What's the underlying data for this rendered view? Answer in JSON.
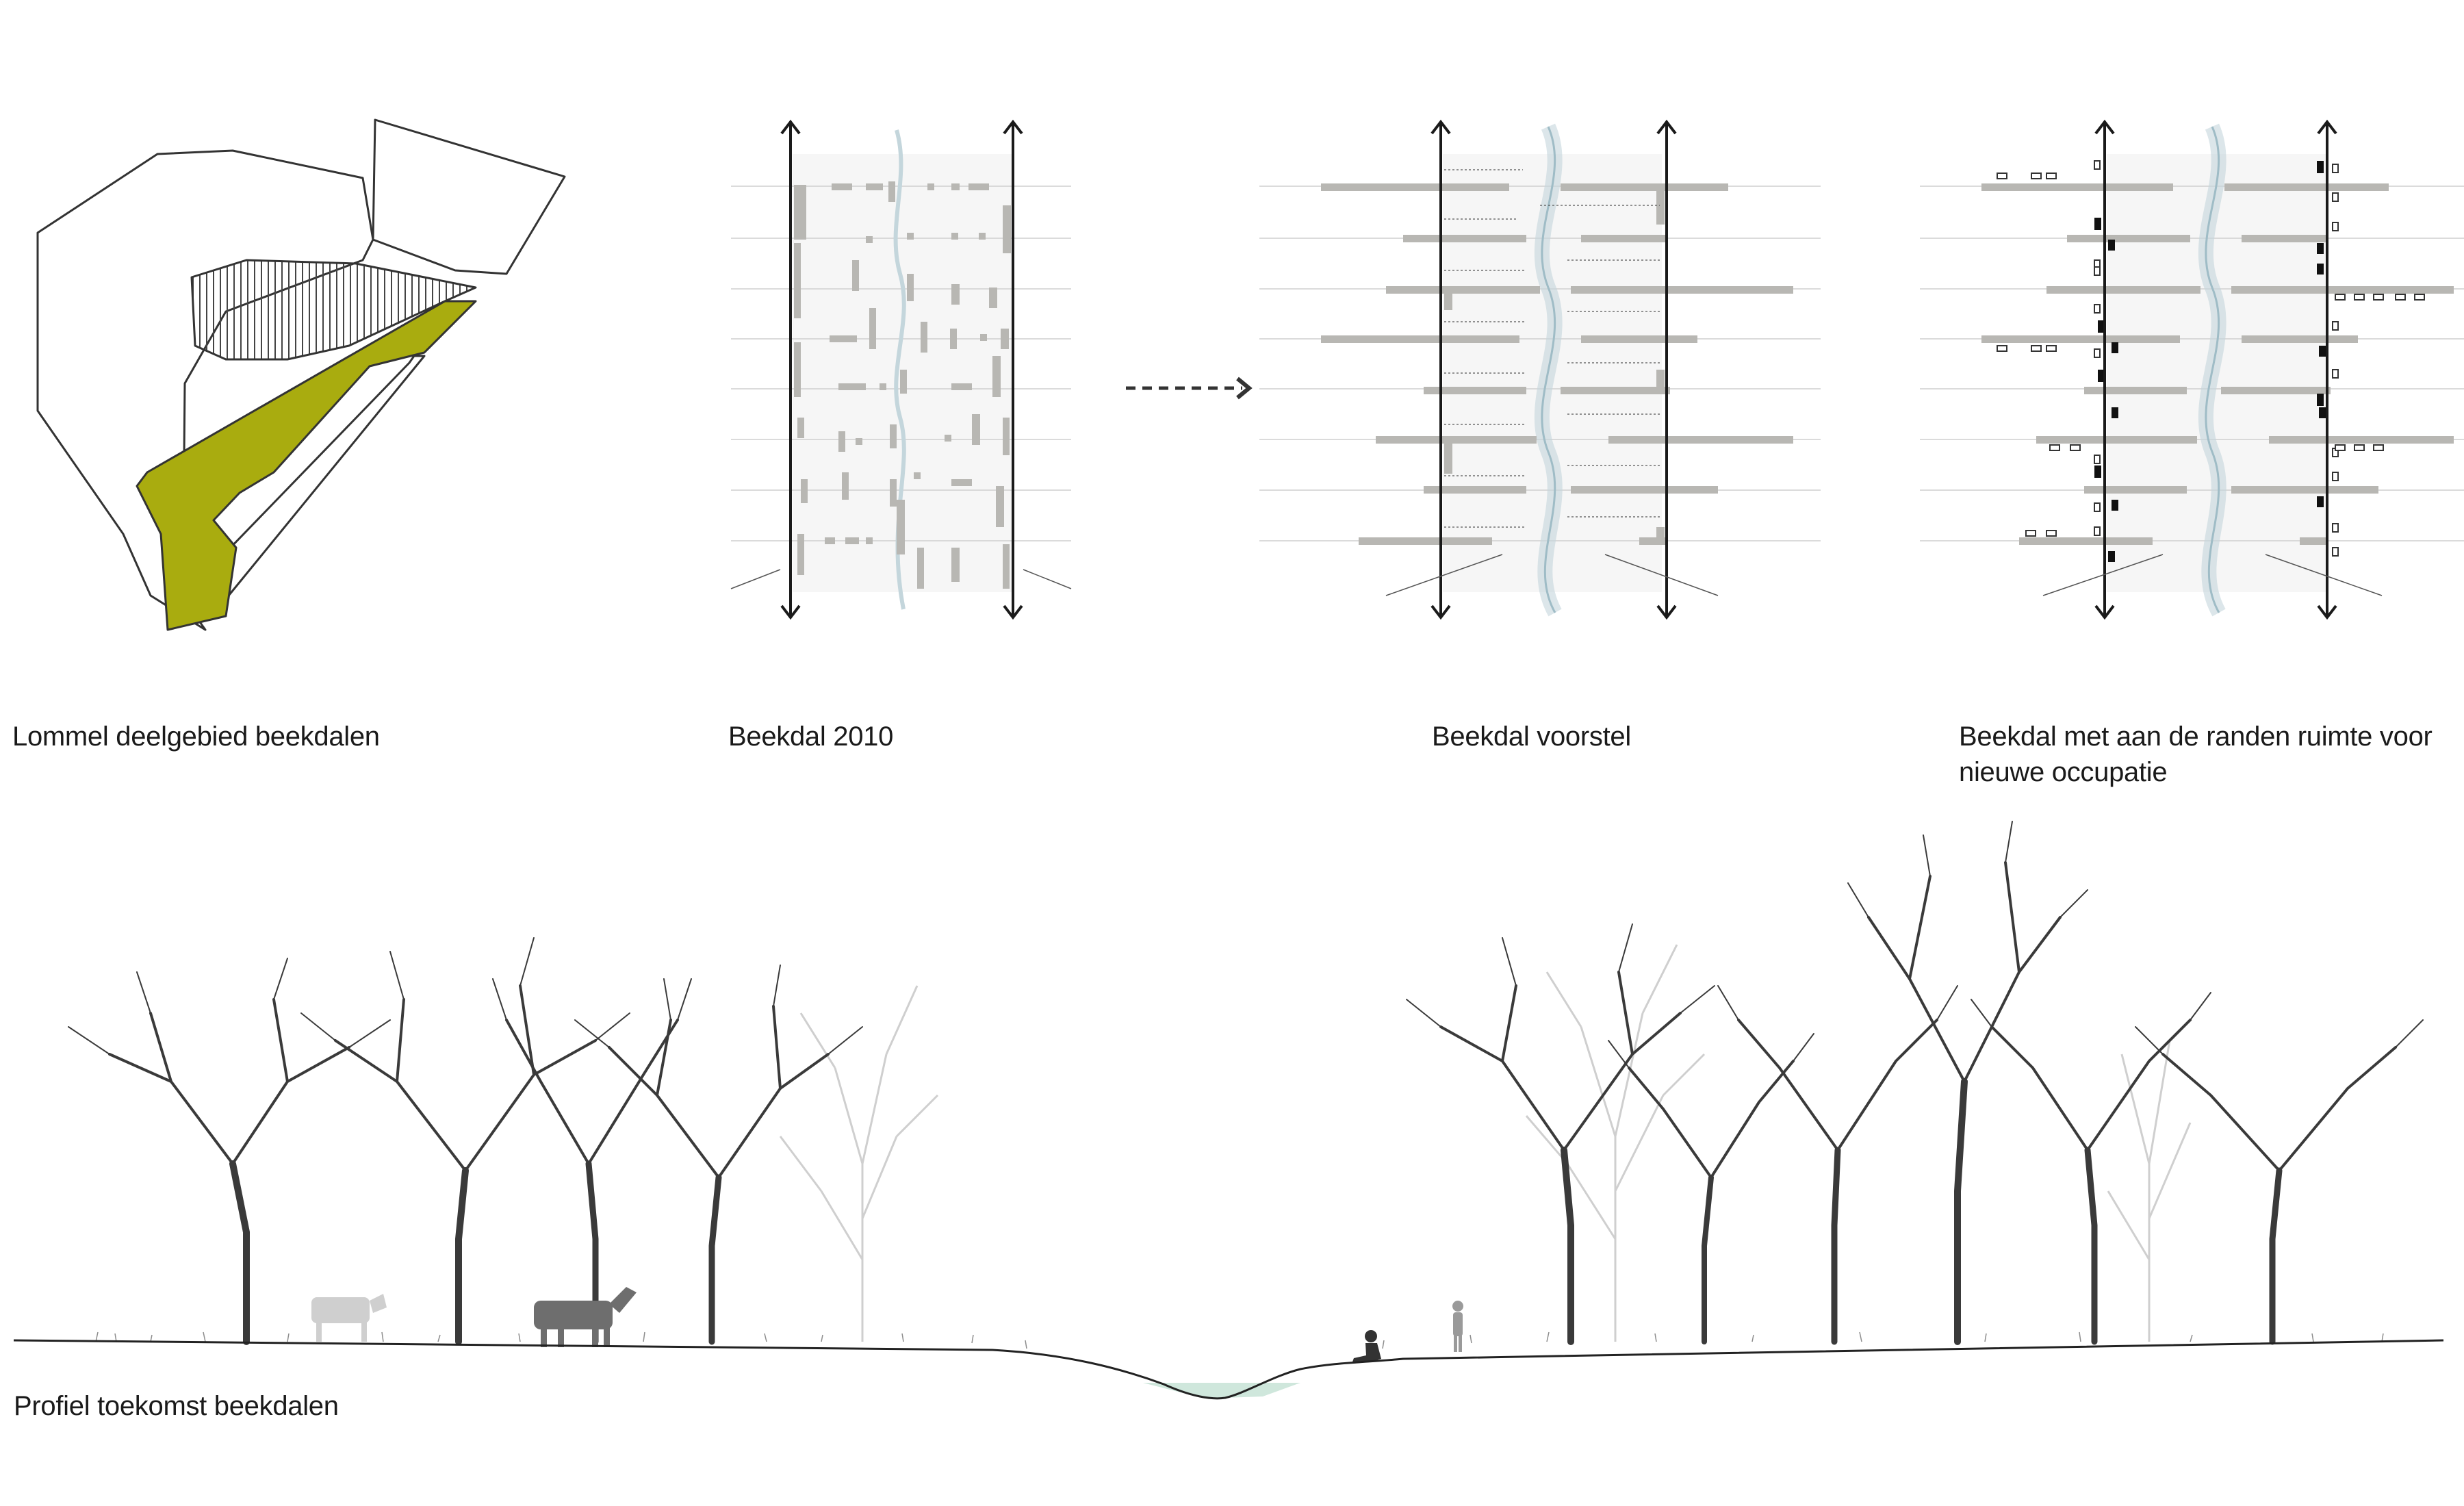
{
  "captions": {
    "map": "Lommel deelgebied beekdalen",
    "beekdal_2010": "Beekdal 2010",
    "beekdal_voorstel": "Beekdal voorstel",
    "beekdal_occupatie": "Beekdal met aan de randen ruimte voor nieuwe occupatie",
    "profiel": "Profiel toekomst beekdalen"
  },
  "colors": {
    "valley_highlight": "#a9ac0f",
    "outline": "#333333",
    "bars": "#b8b7b3",
    "stream": "#c4d6dc",
    "water": "#cfe7dc",
    "axis": "#1a1a1a",
    "trees": "#3a3a3a",
    "trees_faded": "#c9c9c9"
  },
  "icons": {
    "transition_arrow": "dashed-arrow-right-icon",
    "axis_arrow": "double-arrow-vertical-icon"
  }
}
